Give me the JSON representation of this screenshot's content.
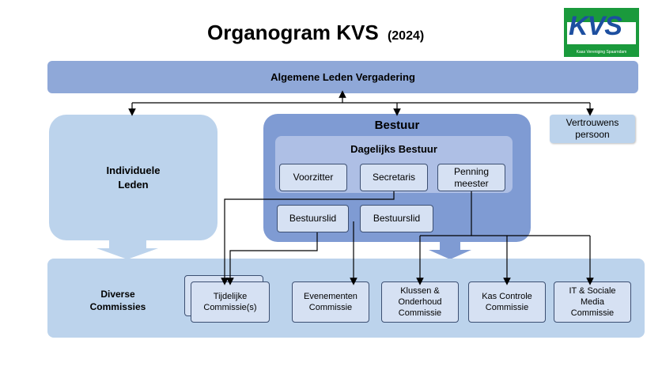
{
  "title": {
    "main": "Organogram KVS",
    "year": "(2024)"
  },
  "logo": {
    "letters": "KVS",
    "tagline": "Kaas Vereniging Spaarndam"
  },
  "alv": {
    "label": "Algemene Leden Vergadering"
  },
  "leden": {
    "label": "Individuele\nLeden"
  },
  "vertrouwens": {
    "label": "Vertrouwens\npersoon"
  },
  "bestuur": {
    "title": "Bestuur",
    "dagelijks_title": "Dagelijks Bestuur",
    "voorzitter": "Voorzitter",
    "secretaris": "Secretaris",
    "penningmeester": "Penning\nmeester",
    "bestuurslid_1": "Bestuurslid",
    "bestuurslid_2": "Bestuurslid"
  },
  "commissies": {
    "group_label": "Diverse\nCommissies",
    "tijdelijke": "Tijdelijke\nCommissie(s)",
    "evenementen": "Evenementen\nCommissie",
    "klussen": "Klussen &\nOnderhoud\nCommissie",
    "kascontrole": "Kas Controle\nCommissie",
    "it": "IT & Sociale\nMedia\nCommissie"
  },
  "colors": {
    "alv_bar": "#8fa8d8",
    "light_panel": "#bcd3ec",
    "bestuur_panel": "#7f9bd3",
    "dagelijks_panel": "#aebfe5",
    "box_fill": "#d6e1f3",
    "logo_green": "#1a9a3c",
    "logo_blue": "#1d4fa0"
  }
}
